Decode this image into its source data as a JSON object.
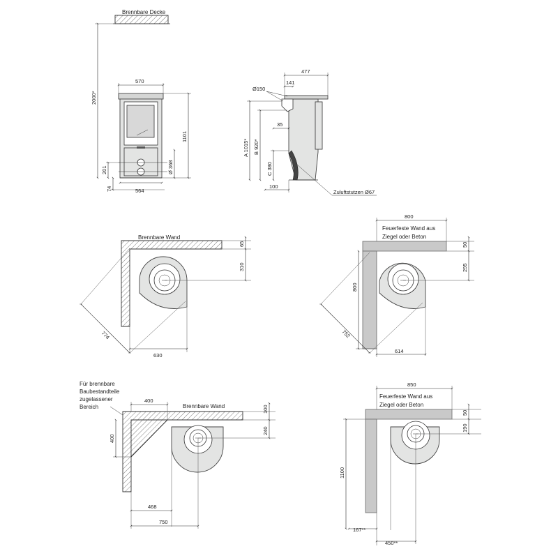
{
  "front": {
    "ceiling_label": "Brennbare Decke",
    "ceiling_height": "2000*",
    "width_top": "570",
    "width_bottom": "564",
    "height": "1101",
    "air_inlet": "201",
    "foot": "74",
    "inlet_diameter": "Ø 368"
  },
  "side": {
    "depth": "477",
    "flue_diameter": "Ø150",
    "flue_offset": "141",
    "dim_a": "A 1015*",
    "dim_b": "B 920*",
    "dim_c": "C 380",
    "dim_35": "35",
    "dim_100": "100",
    "air_supply": "Zuluftstutzen Ø67"
  },
  "plan1": {
    "wall_label": "Brennbare Wand",
    "right_top": "65",
    "right_main": "310",
    "diag": "774",
    "bottom": "630"
  },
  "plan2": {
    "top_width": "800",
    "wall_label_1": "Feuerfeste Wand aus",
    "wall_label_2": "Ziegel oder Beton",
    "right_top": "50",
    "right_main": "295",
    "left": "800",
    "diag": "752",
    "bottom": "614"
  },
  "plan3": {
    "note_1": "Für brennbare",
    "note_2": "Baubestandteile",
    "note_3": "zugelassener",
    "note_4": "Bereich",
    "top_400": "400",
    "left_400": "400",
    "wall_label": "Brennbare Wand",
    "right_top": "100",
    "right_main": "240",
    "bottom_468": "468",
    "bottom_750": "750"
  },
  "plan4": {
    "top_width": "850",
    "wall_label_1": "Feuerfeste Wand aus",
    "wall_label_2": "Ziegel oder Beton",
    "right_top": "50",
    "right_main": "190",
    "left": "1100",
    "bottom_167": "167**",
    "bottom_450": "450**"
  }
}
